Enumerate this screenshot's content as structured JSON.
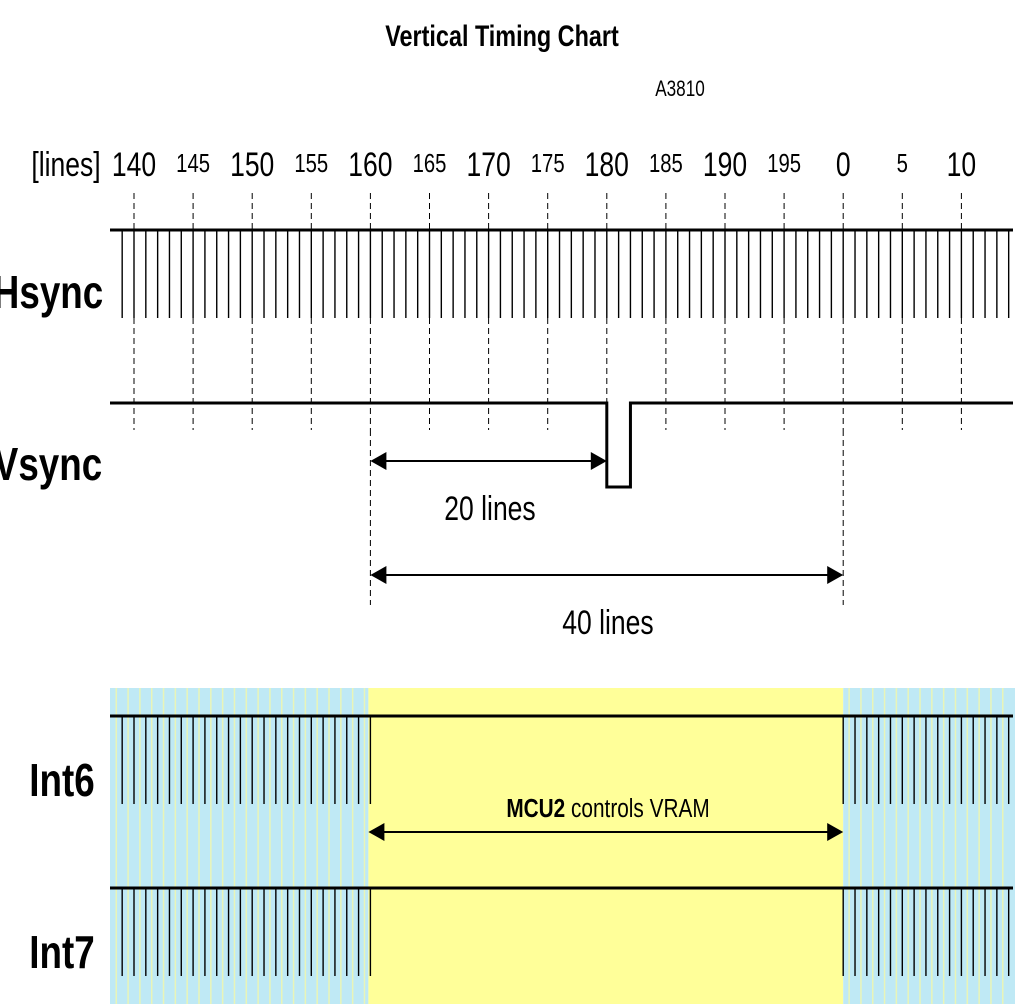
{
  "title": "Vertical Timing Chart",
  "code": "A3810",
  "axis_unit": "[lines]",
  "ticks": [
    "140",
    "145",
    "150",
    "155",
    "160",
    "165",
    "170",
    "175",
    "180",
    "185",
    "190",
    "195",
    "0",
    "5",
    "10"
  ],
  "major_ticks": [
    "140",
    "150",
    "160",
    "170",
    "180",
    "190",
    "0",
    "10"
  ],
  "signals": {
    "hsync": "Hsync",
    "vsync": "Vsync",
    "int6": "Int6",
    "int7": "Int7"
  },
  "annotations": {
    "span_20": "20 lines",
    "span_40": "40 lines",
    "mcu_bold": "MCU2",
    "mcu_rest": " controls VRAM"
  },
  "colors": {
    "line": "#000000",
    "code": "#1a1aa0",
    "int_active": "#bfe9f5",
    "mcu_zone": "#ffff99"
  }
}
